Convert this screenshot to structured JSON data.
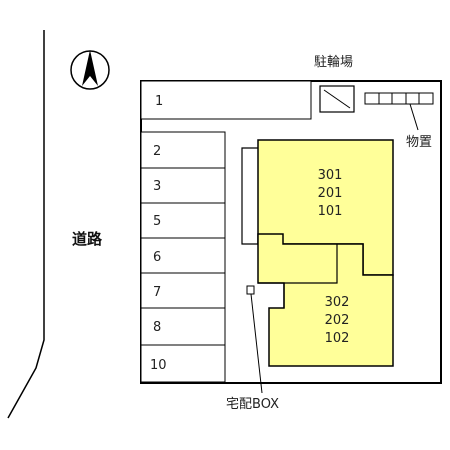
{
  "map": {
    "road_label": "道路",
    "north_marker": "north-arrow",
    "parking_spaces": [
      "1",
      "2",
      "3",
      "5",
      "6",
      "7",
      "8",
      "10"
    ],
    "bicycle_parking_label": "駐輪場",
    "storage_label": "物置",
    "delivery_box_label": "宅配BOX",
    "building_a_units": [
      "301",
      "201",
      "101"
    ],
    "building_b_units": [
      "302",
      "202",
      "102"
    ],
    "colors": {
      "building_fill": "#ffff99",
      "outline": "#000000",
      "background": "#ffffff"
    }
  }
}
